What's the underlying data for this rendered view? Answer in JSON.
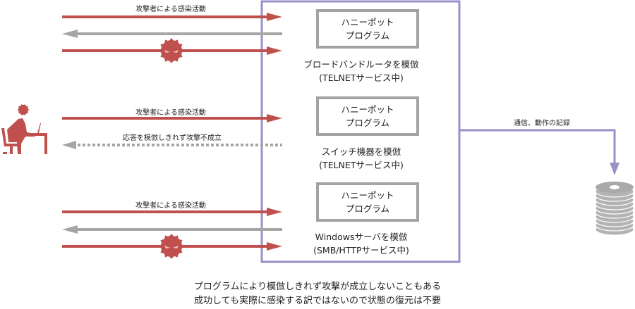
{
  "colors": {
    "attack": "#c0504d",
    "response": "#a6a6a6",
    "container": "#9b8fc8",
    "program_border": "#a3a3a3",
    "storage": "#b3b3b3"
  },
  "attacker": {
    "icon": "attacker-at-computer-icon"
  },
  "virus_icon": "virus-icon",
  "storage_icon": "disk-stack-icon",
  "groups": [
    {
      "arrow_label": "攻撃者による感染活動",
      "program": {
        "line1": "ハニーポット",
        "line2": "プログラム"
      },
      "emulation": {
        "line1": "ブロードバンドルータを模倣",
        "line2": "(TELNETサービス中)"
      },
      "arrows": [
        "attack",
        "response",
        "infection"
      ]
    },
    {
      "arrow_label": "攻撃者による感染活動",
      "response_label": "応答を模倣しきれず攻撃不成立",
      "program": {
        "line1": "ハニーポット",
        "line2": "プログラム"
      },
      "emulation": {
        "line1": "スイッチ機器を模倣",
        "line2": "(TELNETサービス中)"
      },
      "arrows": [
        "attack",
        "failed-response"
      ]
    },
    {
      "arrow_label": "攻撃者による感染活動",
      "program": {
        "line1": "ハニーポット",
        "line2": "プログラム"
      },
      "emulation": {
        "line1": "Windowsサーバを模倣",
        "line2": "(SMB/HTTPサービス中)"
      },
      "arrows": [
        "attack",
        "response",
        "infection"
      ]
    }
  ],
  "logging": {
    "label": "通信、動作の記録"
  },
  "caption": {
    "line1": "プログラムにより模倣しきれず攻撃が成立しないこともある",
    "line2": "成功しても実際に感染する訳ではないので状態の復元は不要"
  }
}
